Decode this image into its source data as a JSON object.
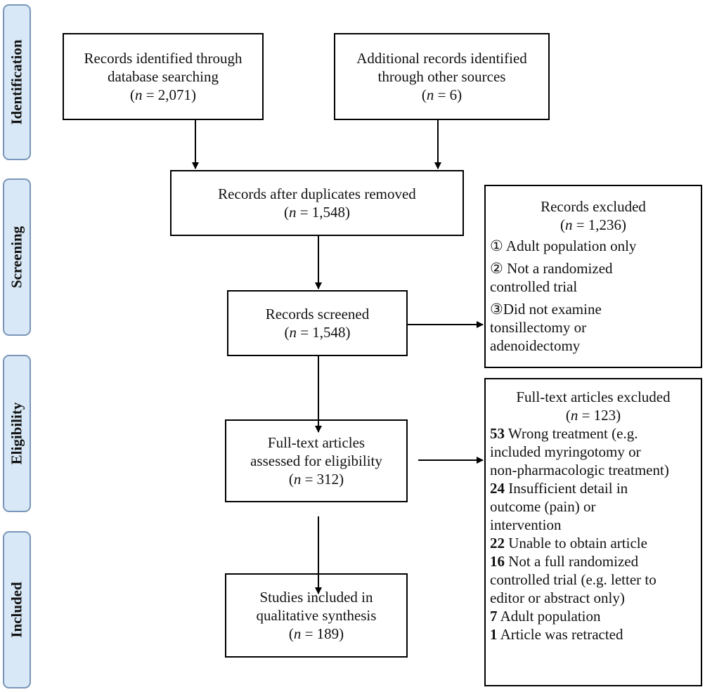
{
  "phases": [
    "Identification",
    "Screening",
    "Eligibility",
    "Included"
  ],
  "boxes": {
    "database": {
      "lines": [
        "Records identified through",
        "database searching"
      ],
      "n_label": "n",
      "n_value": " = 2,071)"
    },
    "other": {
      "lines": [
        "Additional records identified",
        "through other sources"
      ],
      "n_label": "n",
      "n_value": " = 6)"
    },
    "duplicates": {
      "lines": [
        "Records after duplicates removed"
      ],
      "n_label": "n",
      "n_value": " = 1,548)"
    },
    "screened": {
      "lines": [
        "Records screened"
      ],
      "n_label": "n",
      "n_value": " = 1,548)"
    },
    "fulltext": {
      "lines": [
        "Full-text articles",
        "assessed for eligibility"
      ],
      "n_label": "n",
      "n_value": " = 312)"
    },
    "included": {
      "lines": [
        "Studies included in",
        "qualitative synthesis"
      ],
      "n_label": "n",
      "n_value": " = 189)"
    }
  },
  "excluded_records": {
    "title": "Records excluded",
    "n_label": "n",
    "n_value": " = 1,236)",
    "items": [
      "① Adult population only",
      "② Not a randomized",
      "controlled trial",
      "③Did not examine",
      "tonsillectomy or",
      "adenoidectomy"
    ]
  },
  "excluded_fulltext": {
    "title": "Full-text articles excluded",
    "n_label": "n",
    "n_value": " = 123)",
    "items": [
      {
        "num": "53",
        "text": " Wrong treatment (e.g."
      },
      {
        "num": "",
        "text": "included myringotomy or"
      },
      {
        "num": "",
        "text": "non-pharmacologic treatment)"
      },
      {
        "num": "24",
        "text": " Insufficient detail in"
      },
      {
        "num": "",
        "text": "outcome (pain) or"
      },
      {
        "num": "",
        "text": "intervention"
      },
      {
        "num": "22",
        "text": " Unable to obtain article"
      },
      {
        "num": "16",
        "text": " Not a full randomized"
      },
      {
        "num": "",
        "text": "controlled trial (e.g. letter to"
      },
      {
        "num": "",
        "text": "editor or abstract only)"
      },
      {
        "num": "7",
        "text": " Adult population"
      },
      {
        "num": "1",
        "text": " Article was retracted"
      }
    ]
  }
}
